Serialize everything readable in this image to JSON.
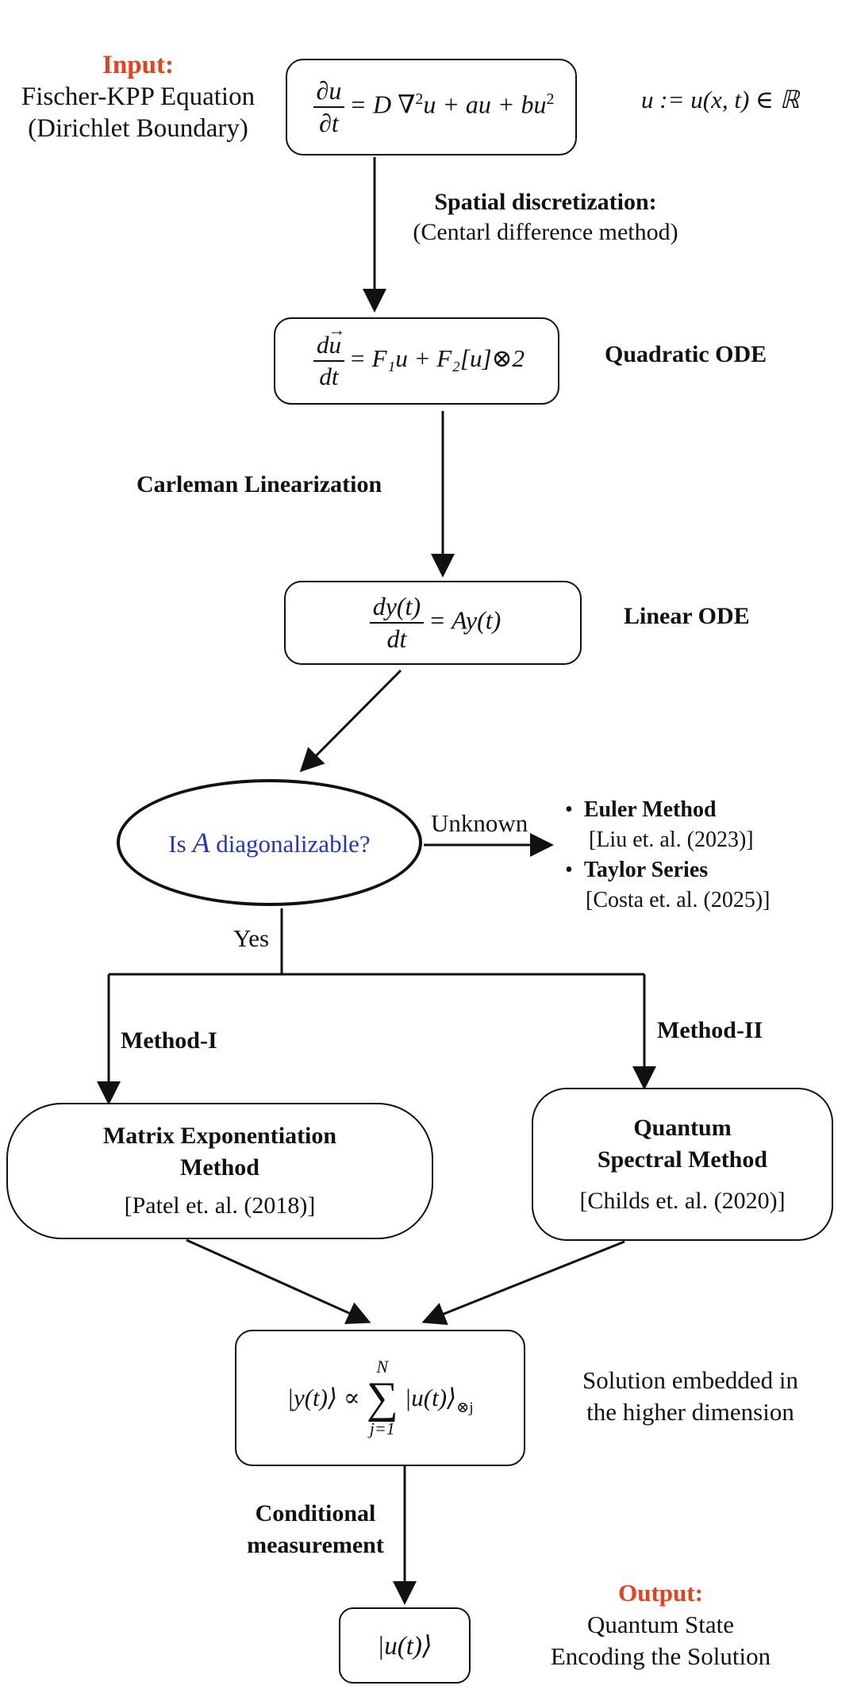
{
  "input": {
    "label": "Input:",
    "line1": "Fischer-KPP Equation",
    "line2": "(Dirichlet Boundary)",
    "eq_num": "∂u",
    "eq_den": "∂t",
    "eq_rhs_a": "= D ∇",
    "eq_rhs_b": "2",
    "eq_rhs_c": "u + au + bu",
    "eq_rhs_d": "2",
    "domain": "u := u(x, t) ∈ ℝ"
  },
  "step1": {
    "title": "Spatial discretization:",
    "subtitle": "(Centarl difference method)"
  },
  "quadratic": {
    "label": "Quadratic ODE",
    "num_d": "d",
    "num_u": "u",
    "den": "dt",
    "rhs": "= F₁u + F₂[u]⊗2"
  },
  "carleman": {
    "label": "Carleman Linearization"
  },
  "linear": {
    "label": "Linear ODE",
    "num": "dy(t)",
    "den": "dt",
    "rhs": "= Ay(t)"
  },
  "decision": {
    "question_pre": "Is ",
    "question_var": "A",
    "question_post": " diagonalizable?",
    "unknown": "Unknown",
    "yes": "Yes",
    "alt1_title": "Euler Method",
    "alt1_ref": "[Liu et. al. (2023)]",
    "alt2_title": "Taylor Series",
    "alt2_ref": "[Costa et. al. (2025)]"
  },
  "method1": {
    "label": "Method-I",
    "title1": "Matrix Exponentiation",
    "title2": "Method",
    "ref": "[Patel et. al. (2018)]"
  },
  "method2": {
    "label": "Method-II",
    "title1": "Quantum",
    "title2": "Spectral Method",
    "ref": "[Childs et. al. (2020)]"
  },
  "embedding": {
    "lhs": "|y(t)⟩ ∝",
    "sum_top": "N",
    "sum_bottom": "j=1",
    "rhs": "|u(t)⟩",
    "rhs_sup": "⊗j",
    "note1": "Solution embedded in",
    "note2": "the higher dimension"
  },
  "measurement": {
    "line1": "Conditional",
    "line2": "measurement"
  },
  "output": {
    "ket": "|u(t)⟩",
    "label": "Output:",
    "line1": "Quantum State",
    "line2": "Encoding the Solution"
  },
  "colors": {
    "accent_red": "#e8401c",
    "accent_blue": "#2233cc"
  }
}
